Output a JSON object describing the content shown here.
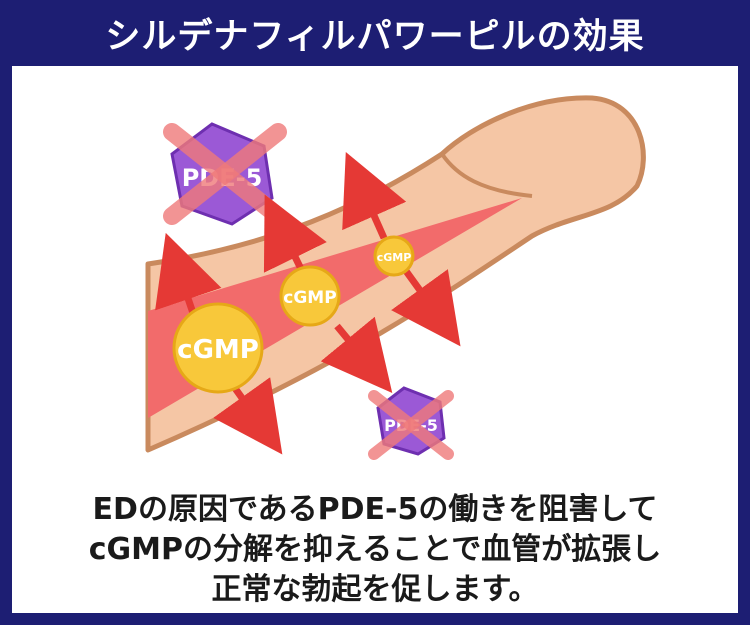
{
  "header": {
    "title": "シルデナフィルパワーピルの効果"
  },
  "diagram": {
    "pde5_label": "PDE-5",
    "cgmp_label": "cGMP",
    "colors": {
      "skin": "#f5c6a5",
      "skin_outline": "#c98a5e",
      "blood_vessel": "#f26b6b",
      "cgmp_fill": "#f8c83a",
      "cgmp_outline": "#e6a817",
      "pde5_fill": "#9b59d6",
      "cross": "#f07a7a",
      "arrow": "#e53935"
    }
  },
  "caption": {
    "line1": "EDの原因であるPDE-5の働きを阻害して",
    "line2": "cGMPの分解を抑えることで血管が拡張し",
    "line3": "正常な勃起を促します。"
  }
}
